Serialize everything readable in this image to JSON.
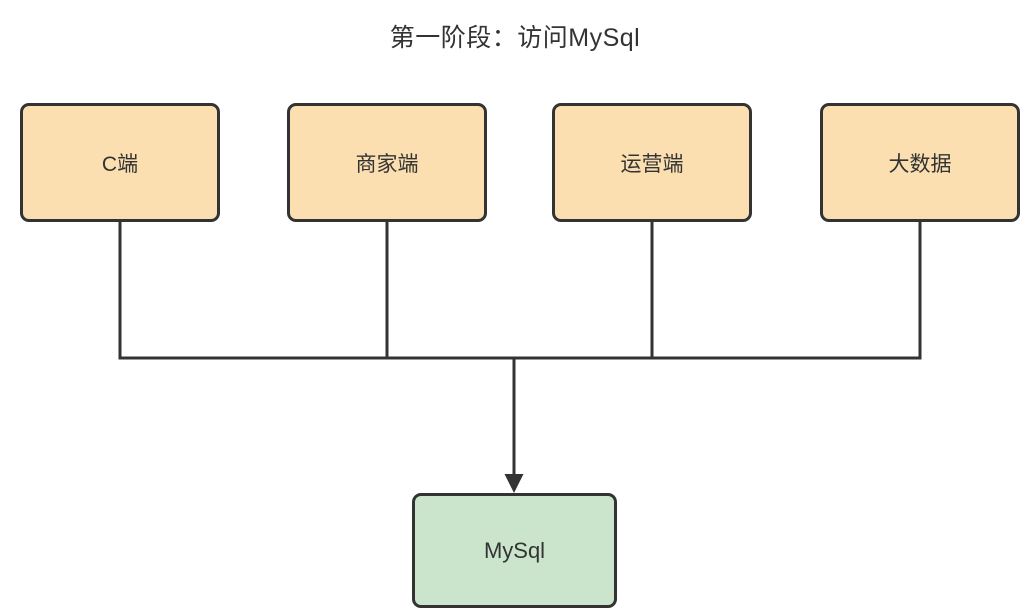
{
  "title": "第一阶段：访问MySql",
  "diagram": {
    "clients": [
      {
        "label": "C端"
      },
      {
        "label": "商家端"
      },
      {
        "label": "运营端"
      },
      {
        "label": "大数据"
      }
    ],
    "database": {
      "label": "MySql"
    },
    "connections": [
      {
        "from": "C端",
        "to": "MySql"
      },
      {
        "from": "商家端",
        "to": "MySql"
      },
      {
        "from": "运营端",
        "to": "MySql"
      },
      {
        "from": "大数据",
        "to": "MySql"
      }
    ],
    "colors": {
      "client_fill": "#FBDFB1",
      "database_fill": "#CBE5CC",
      "stroke": "#333333",
      "text": "#333333",
      "background": "#FFFFFF"
    }
  }
}
